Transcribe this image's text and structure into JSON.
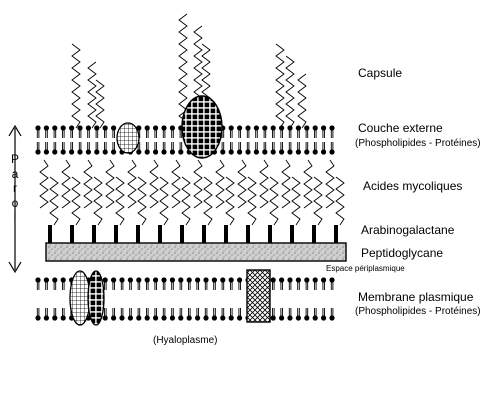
{
  "labels": {
    "capsule": "Capsule",
    "couche_externe": "Couche externe",
    "couche_externe_sub": "(Phospholipides - Protéines)",
    "acides_mycoliques": "Acides mycoliques",
    "arabinogalactane": "Arabinogalactane",
    "peptidoglycane": "Peptidoglycane",
    "espace_periplasmique": "Espace périplasmique",
    "membrane_plasmique": "Membrane plasmique",
    "membrane_plasmique_sub": "(Phospholipides - Protéines)",
    "hyaloplasme": "(Hyaloplasme)",
    "paroi": "Paroi"
  },
  "colors": {
    "ink": "#000000",
    "background": "#ffffff",
    "peptidoglycan_fill": "#c9c9c9"
  }
}
